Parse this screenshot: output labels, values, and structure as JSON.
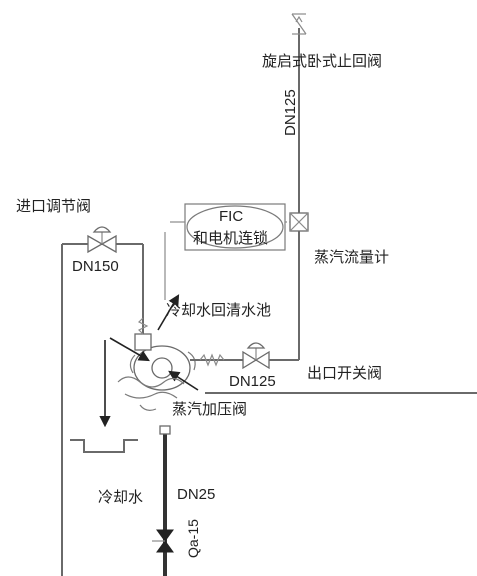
{
  "labels": {
    "swing_check_valve": "旋启式卧式止回阀",
    "dn125_top": "DN125",
    "inlet_regulating_valve": "进口调节阀",
    "fic": "FIC",
    "motor_interlock": "和电机连锁",
    "dn150": "DN150",
    "steam_flowmeter": "蒸汽流量计",
    "cooling_water_pool": "冷却水回清水池",
    "outlet_switch_valve": "出口开关阀",
    "dn125_outlet": "DN125",
    "steam_pressure_valve": "蒸汽加压阀",
    "cooling_water": "冷却水",
    "dn25": "DN25",
    "qa15": "Qa-15"
  },
  "colors": {
    "pipe": "#6a6a6a",
    "text": "#222222",
    "background": "#ffffff"
  }
}
